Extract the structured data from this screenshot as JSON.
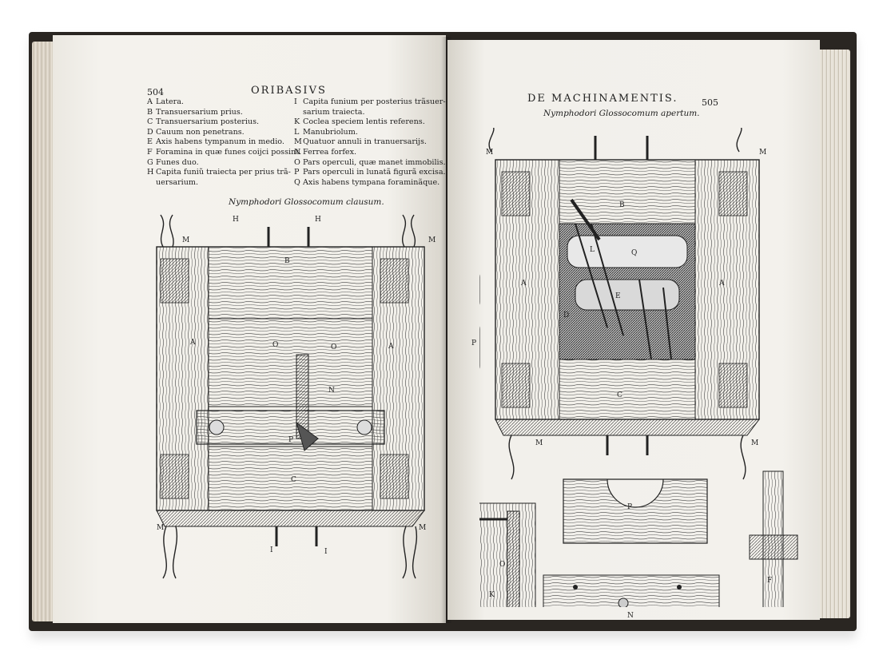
{
  "left_page": {
    "page_number": "504",
    "running_head": "ORIBASIVS",
    "legend_left": [
      {
        "key": "A",
        "text": "Latera."
      },
      {
        "key": "B",
        "text": "Transuersarium prius."
      },
      {
        "key": "C",
        "text": "Transuersarium posterius."
      },
      {
        "key": "D",
        "text": "Cauum non penetrans."
      },
      {
        "key": "E",
        "text": "Axis habens tympanum in medio."
      },
      {
        "key": "F",
        "text": "Foramina in quæ funes coijci possint."
      },
      {
        "key": "G",
        "text": "Funes duo."
      },
      {
        "key": "H",
        "text": "Capita funiũ traiecta per prius trã-"
      },
      {
        "key": "",
        "text": "uersarium."
      }
    ],
    "legend_right": [
      {
        "key": "I",
        "text": "Capita funium per posterius trãsuer-"
      },
      {
        "key": "",
        "text": "sarium traiecta."
      },
      {
        "key": "K",
        "text": "Coclea speciem lentis referens."
      },
      {
        "key": "L",
        "text": "Manubriolum."
      },
      {
        "key": "M",
        "text": "Quatuor annuli in tranuersarijs."
      },
      {
        "key": "N",
        "text": "Ferrea forfex."
      },
      {
        "key": "O",
        "text": "Pars operculi, quæ manet immobilis."
      },
      {
        "key": "P",
        "text": "Pars operculi in lunatã figurã excisa."
      },
      {
        "key": "Q",
        "text": "Axis habens tympana foraminãque."
      }
    ],
    "caption": "Nymphodori Glossocomum clausum.",
    "figure_labels": {
      "A": "A",
      "B": "B",
      "C": "C",
      "O": "O",
      "P": "P",
      "N": "N",
      "H": "H",
      "I": "I",
      "M": "M"
    }
  },
  "right_page": {
    "page_number": "505",
    "running_head": "DE MACHINAMENTIS.",
    "caption": "Nymphodori Glossocomum apertum.",
    "figure_labels": {
      "A": "A",
      "B": "B",
      "C": "C",
      "D": "D",
      "E": "E",
      "F": "F",
      "K": "K",
      "L": "L",
      "M": "M",
      "N": "N",
      "O": "O",
      "P": "P",
      "Q": "Q"
    }
  }
}
